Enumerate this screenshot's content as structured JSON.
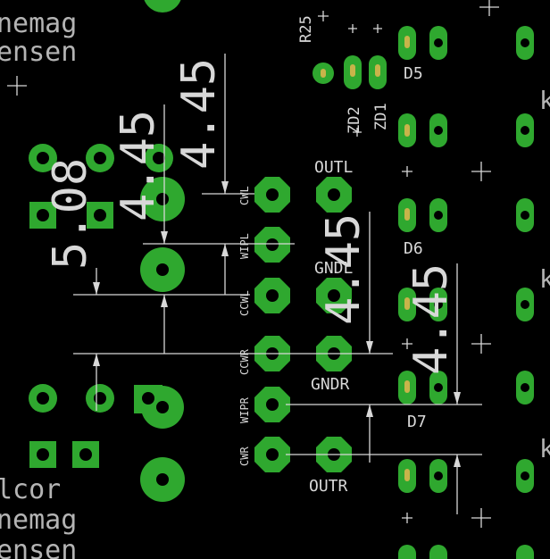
{
  "colors": {
    "background": "#000000",
    "copper": "#2fa82f",
    "drill": "#000000",
    "drill_small": "#c8b44a",
    "silkscreen": "#b4b4b4",
    "dimension": "#d8d8d8"
  },
  "silkscreen_text": {
    "left_top_1": "nemag",
    "left_top_2": "ensen",
    "left_bottom_0": "lcor",
    "left_bottom_1": "nemag",
    "left_bottom_2": "ensen",
    "right_k1": "k",
    "right_k2": "k",
    "right_k3": "k"
  },
  "part_labels": {
    "r25": "R25",
    "zd2": "ZD2",
    "zd1": "ZD1",
    "d5": "D5",
    "d6": "D6",
    "d7": "D7"
  },
  "net_labels": {
    "outl": "OUTL",
    "gndl": "GNDL",
    "gndr": "GNDR",
    "outr": "OUTR"
  },
  "pin_labels": {
    "cwl_top": "CWL",
    "wipl": "WIPL",
    "cwl": "CCWL",
    "cwr": "CCWR",
    "wipr": "WIPR",
    "cwr_bottom": "CWR"
  },
  "dimensions": {
    "d1": "5.08",
    "d2": "4.45",
    "d3": "4.45",
    "d4": "4.45",
    "d5": "4.45"
  }
}
